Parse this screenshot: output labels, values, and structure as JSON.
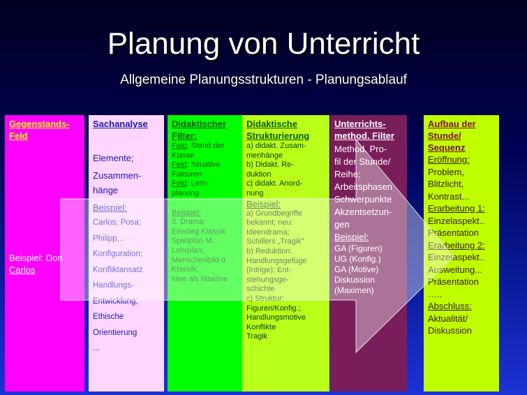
{
  "title": "Planung von Unterricht",
  "subtitle": "Allgemeine Planungsstrukturen - Planungsablauf",
  "col1": {
    "head1": "Gegenstands-",
    "head2": "Feld",
    "l1": "Beispiel: Don",
    "l2": "Carlos"
  },
  "col2": {
    "head": "Sachanalyse",
    "l1": "Elemente;",
    "l2": "Zusammen-",
    "l3": "hänge",
    "l4": "Beispiel:",
    "l5": "Carlos; Posa;",
    "l6": "Philipp,..",
    "l7": "Konfiguration;",
    "l8": "Konfliktansatz",
    "l9": "Handlungs-",
    "l10": "Entwicklung;",
    "l11": "Ethische",
    "l12": "Orientierung",
    "l13": "..."
  },
  "col3": {
    "head1": "Didaktischer",
    "head2": "Filter:",
    "l1a": "Feld",
    "l1b": ": Stand der",
    "l2": "Klasse",
    "l3a": "Feld",
    "l3b": ": Situative",
    "l4": "Faktoren",
    "l5a": "Feld",
    "l5b": ": Lern-",
    "l6": "planung",
    "l7": "Beispiel:",
    "l8": "3. Drama;",
    "l9": "Einstieg Klassik",
    "l10": "Spielplan M.",
    "l11": "Lehrplan;",
    "l12": "Menschenbild d.",
    "l13": "Klassik;",
    "l14": "Idee als Maxime"
  },
  "col4": {
    "head1": "Didaktische",
    "head2": "Strukturierung",
    "l1": "a)     didakt. Zusam-",
    "l2": "menhänge",
    "l3": "b)     Didakt. Re-",
    "l4": "duktion",
    "l5": "c) didakt. Anord-",
    "l6": "nung",
    "l7": "Beispiel:",
    "l8": "a)     Grundbegriffe",
    "l9": "bekannt; neu:",
    "l10": "Ideendrama;",
    "l11": "Schillers „Tragik\"",
    "l12": "b) Reduktion:",
    "l13": "Handlungsgefüge",
    "l14": "(Intrige); Ent-",
    "l15": "stehungsge-",
    "l16": "schichte",
    "l17": "c) Struktur:",
    "l18": "Figuren/Konfig.;",
    "l19": "Handlungsmotive",
    "l20": "Konflikte",
    "l21": "Tragik"
  },
  "col5": {
    "head1": "Unterrichts-",
    "head2": "method. Filter",
    "l1": "Method. Pro-",
    "l2": "fil der Stunde/",
    "l3": "Reihe;",
    "l4": "Arbeitsphasen",
    "l5": "Schwerpunkte",
    "l6": "Akzentsetzun-",
    "l7": "gen",
    "l8": "Beispiel:",
    "l9": "GA (Figuren)",
    "l10": "UG (Konfig.)",
    "l11": "GA (Motive)",
    "l12": "Diskussion",
    "l13": "(Maximen)"
  },
  "col6": {
    "head1": "Aufbau der",
    "head2": "Stunde/",
    "head3": "Sequenz",
    "l1": "Eröffnung:",
    "l2": "Problem,",
    "l3": "Blitzlicht,",
    "l4": "Kontrast...",
    "l5": "Erarbeitung 1:",
    "l6": "Einzelaspekt..",
    "l7": "Präsentation",
    "l8": "Erarbeitung 2:",
    "l9": "Einzelaspekt..",
    "l10": "Ausweitung...",
    "l11": "Präsentation",
    "l12": "…..",
    "l13": "Abschluss:",
    "l14": "Aktualität/",
    "l15": "Diskussion"
  }
}
